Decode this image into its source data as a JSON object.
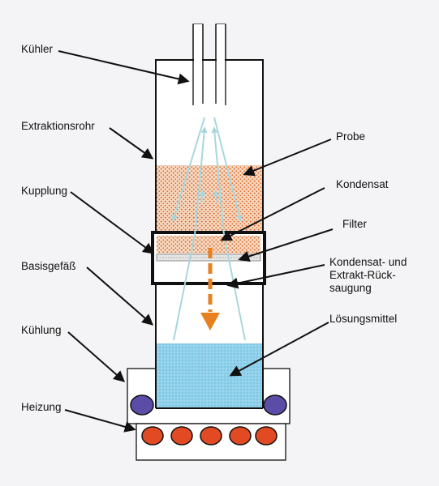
{
  "labels": {
    "kuehler": "Kühler",
    "extraktionsrohr": "Extraktionsrohr",
    "kupplung": "Kupplung",
    "basisgefaess": "Basisgefäß",
    "kuehlung": "Kühlung",
    "heizung": "Heizung",
    "probe": "Probe",
    "kondensat": "Kondensat",
    "filter": "Filter",
    "kondensat_line1": "Kondensat- und",
    "kondensat_line2": "Extrakt-Rück-",
    "kondensat_line3": "saugung",
    "loesungsmittel": "Lösungsmittel"
  },
  "colors": {
    "background": "#f4f4f6",
    "outline": "#111111",
    "sample": "#e8a36a",
    "solvent": "#8fd0ea",
    "vapor_arrows": "#a9d6dd",
    "flow_arrow": "#e8801f",
    "cooling_balls": "#5b4ca8",
    "heating_balls": "#e24a24"
  },
  "icons": {
    "coil": "condenser-coil-icon",
    "flow": "downward-dashed-arrow-icon"
  }
}
